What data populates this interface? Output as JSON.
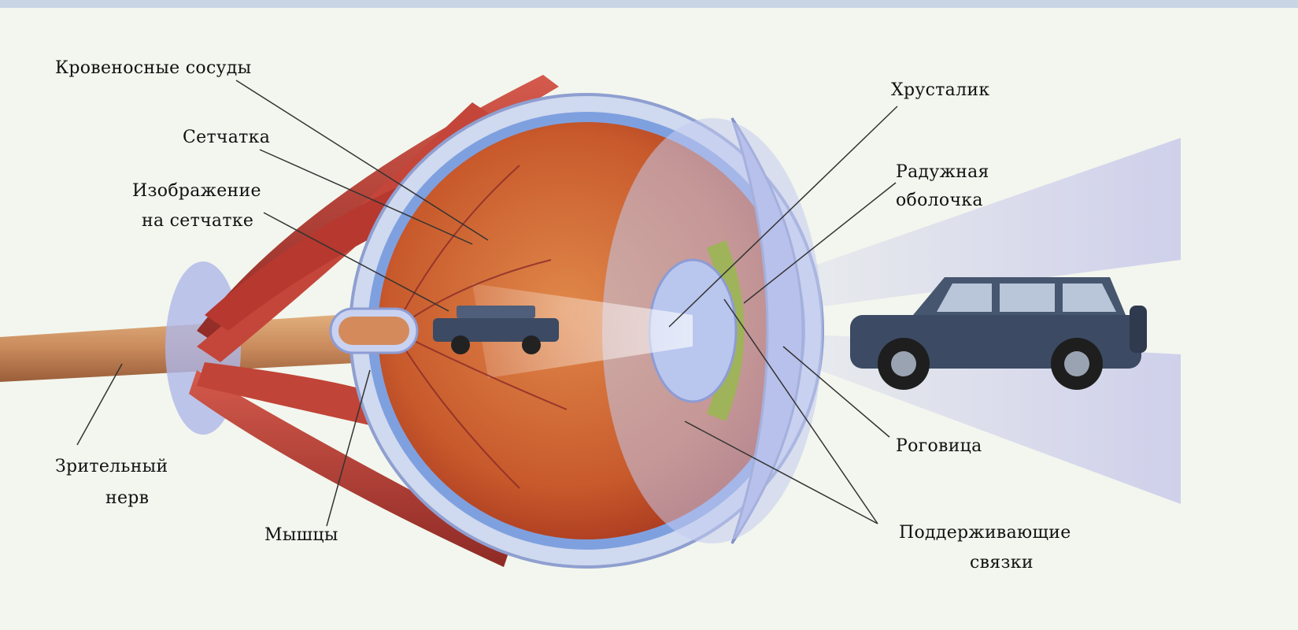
{
  "labels": {
    "blood_vessels": "Кровеносные сосуды",
    "retina": "Сетчатка",
    "retina_image_line1": "Изображение",
    "retina_image_line2": "на сетчатке",
    "optic_nerve_line1": "Зрительный",
    "optic_nerve_line2": "нерв",
    "muscles": "Мышцы",
    "lens": "Хрусталик",
    "iris_line1": "Радужная",
    "iris_line2": "оболочка",
    "cornea": "Роговица",
    "ligaments_line1": "Поддерживающие",
    "ligaments_line2": "связки"
  },
  "colors": {
    "background": "#f2f6ee",
    "sclera": "#cfd9ef",
    "choroid": "#c7452a",
    "vitreous": "#d2733c",
    "muscle": "#b83a33",
    "nerve": "#c98a5c",
    "light_beam": "#b7b6e8",
    "leader_line": "#333333",
    "car_body": "#3c4a63"
  }
}
